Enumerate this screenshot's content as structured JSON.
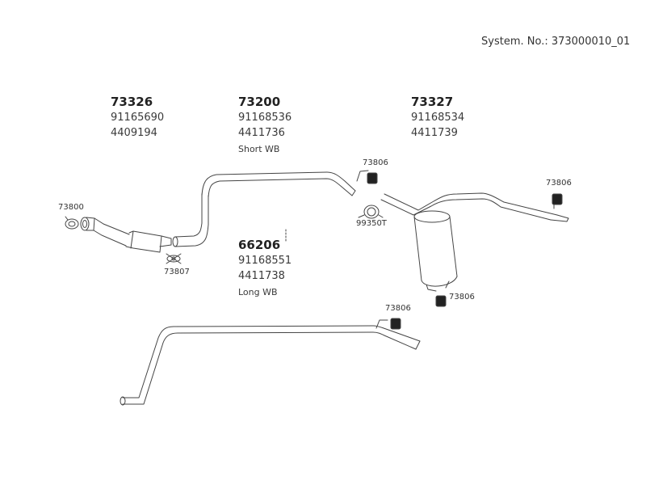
{
  "system_no": "System. No.: 373000010_01",
  "groups": [
    {
      "part": "73326",
      "codes": [
        "91165690",
        "4409194"
      ],
      "note": ""
    },
    {
      "part": "73200",
      "codes": [
        "91168536",
        "4411736"
      ],
      "note": "Short WB"
    },
    {
      "part": "73327",
      "codes": [
        "91168534",
        "4411739"
      ],
      "note": ""
    },
    {
      "part": "66206",
      "codes": [
        "91168551",
        "4411738"
      ],
      "note": "Long WB"
    }
  ],
  "refs": {
    "clamp_front": "73800",
    "bracket_front": "73807",
    "hanger_mid": "73806",
    "clamp_mid": "99350T",
    "hanger_muffler": "73806",
    "hanger_rear": "73806",
    "hanger_long": "73806"
  }
}
